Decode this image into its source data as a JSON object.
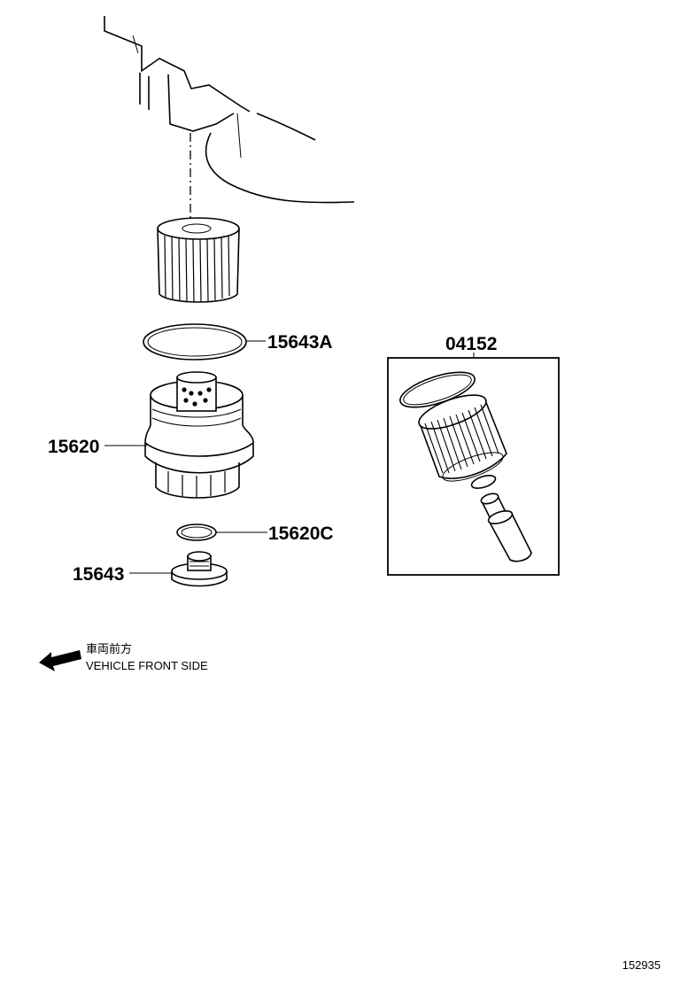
{
  "callouts": {
    "ring_top": "15643A",
    "cap": "15620",
    "small_ring": "15620C",
    "plug": "15643",
    "kit": "04152"
  },
  "direction": {
    "japanese": "車両前方",
    "english": "VEHICLE FRONT SIDE"
  },
  "figure_id": "152935"
}
